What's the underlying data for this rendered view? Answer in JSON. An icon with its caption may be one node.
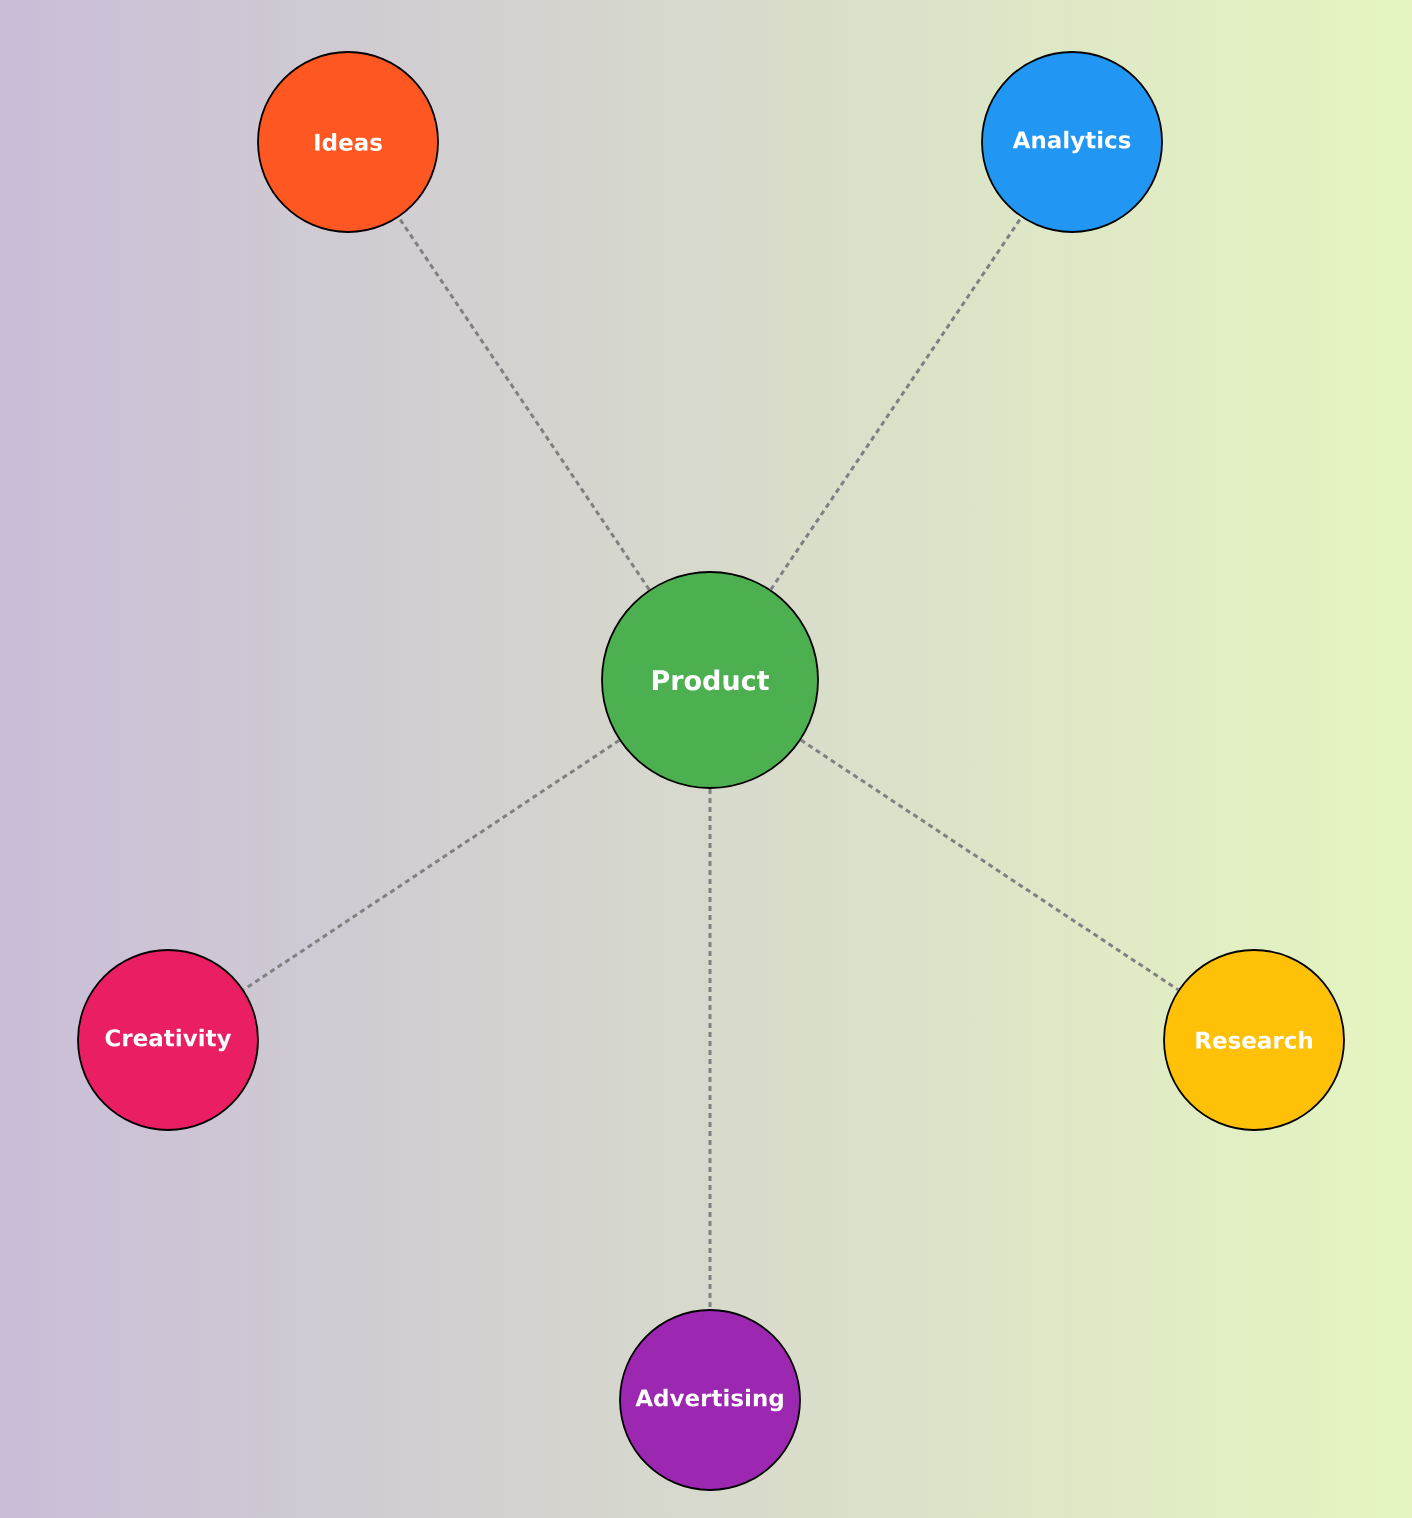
{
  "diagram": {
    "nodes": [
      {
        "text": [
          "Product"
        ]
      },
      {
        "text": [
          "Ideas"
        ]
      },
      {
        "text": [
          "Analytics"
        ]
      },
      {
        "text": [
          "Creativity"
        ]
      },
      {
        "text": [
          "Research"
        ]
      },
      {
        "text": [
          "Advertising"
        ]
      }
    ],
    "edges": [
      {
        "from": 0,
        "to": 1,
        "arrow": "none",
        "style": "dashed"
      },
      {
        "from": 0,
        "to": 2,
        "arrow": "none",
        "style": "dashed"
      },
      {
        "from": 0,
        "to": 3,
        "arrow": "none",
        "style": "dashed"
      },
      {
        "from": 0,
        "to": 4,
        "arrow": "none",
        "style": "dashed"
      },
      {
        "from": 0,
        "to": 5,
        "arrow": "none",
        "style": "dashed"
      }
    ]
  }
}
